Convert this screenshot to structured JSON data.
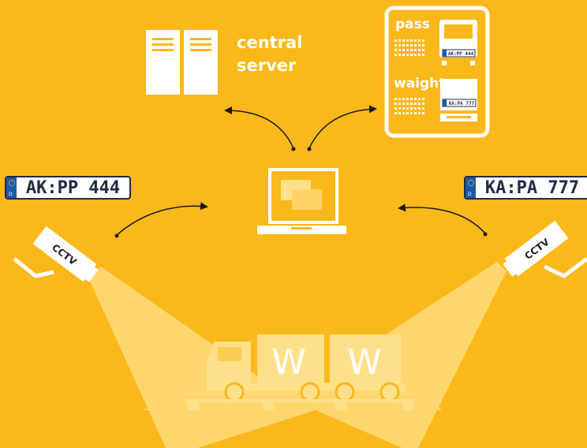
{
  "server": {
    "line1": "central",
    "line2": "server"
  },
  "panel": {
    "pass_label": "pass",
    "weight_label": "waight",
    "plate_pass": "AK:PP 444",
    "plate_weight": "KA:PA 777"
  },
  "plates": {
    "left": "AK:PP 444",
    "right": "KA:PA 777"
  },
  "camera": {
    "left_label": "CCTV",
    "right_label": "CCTV"
  },
  "truck": {
    "cargo1": "W",
    "cargo2": "W"
  },
  "colors": {
    "background": "#FBB81A",
    "foreground": "#ffffff",
    "plate_text": "#1f2a44",
    "plate_eu": "#1c5aa8"
  }
}
